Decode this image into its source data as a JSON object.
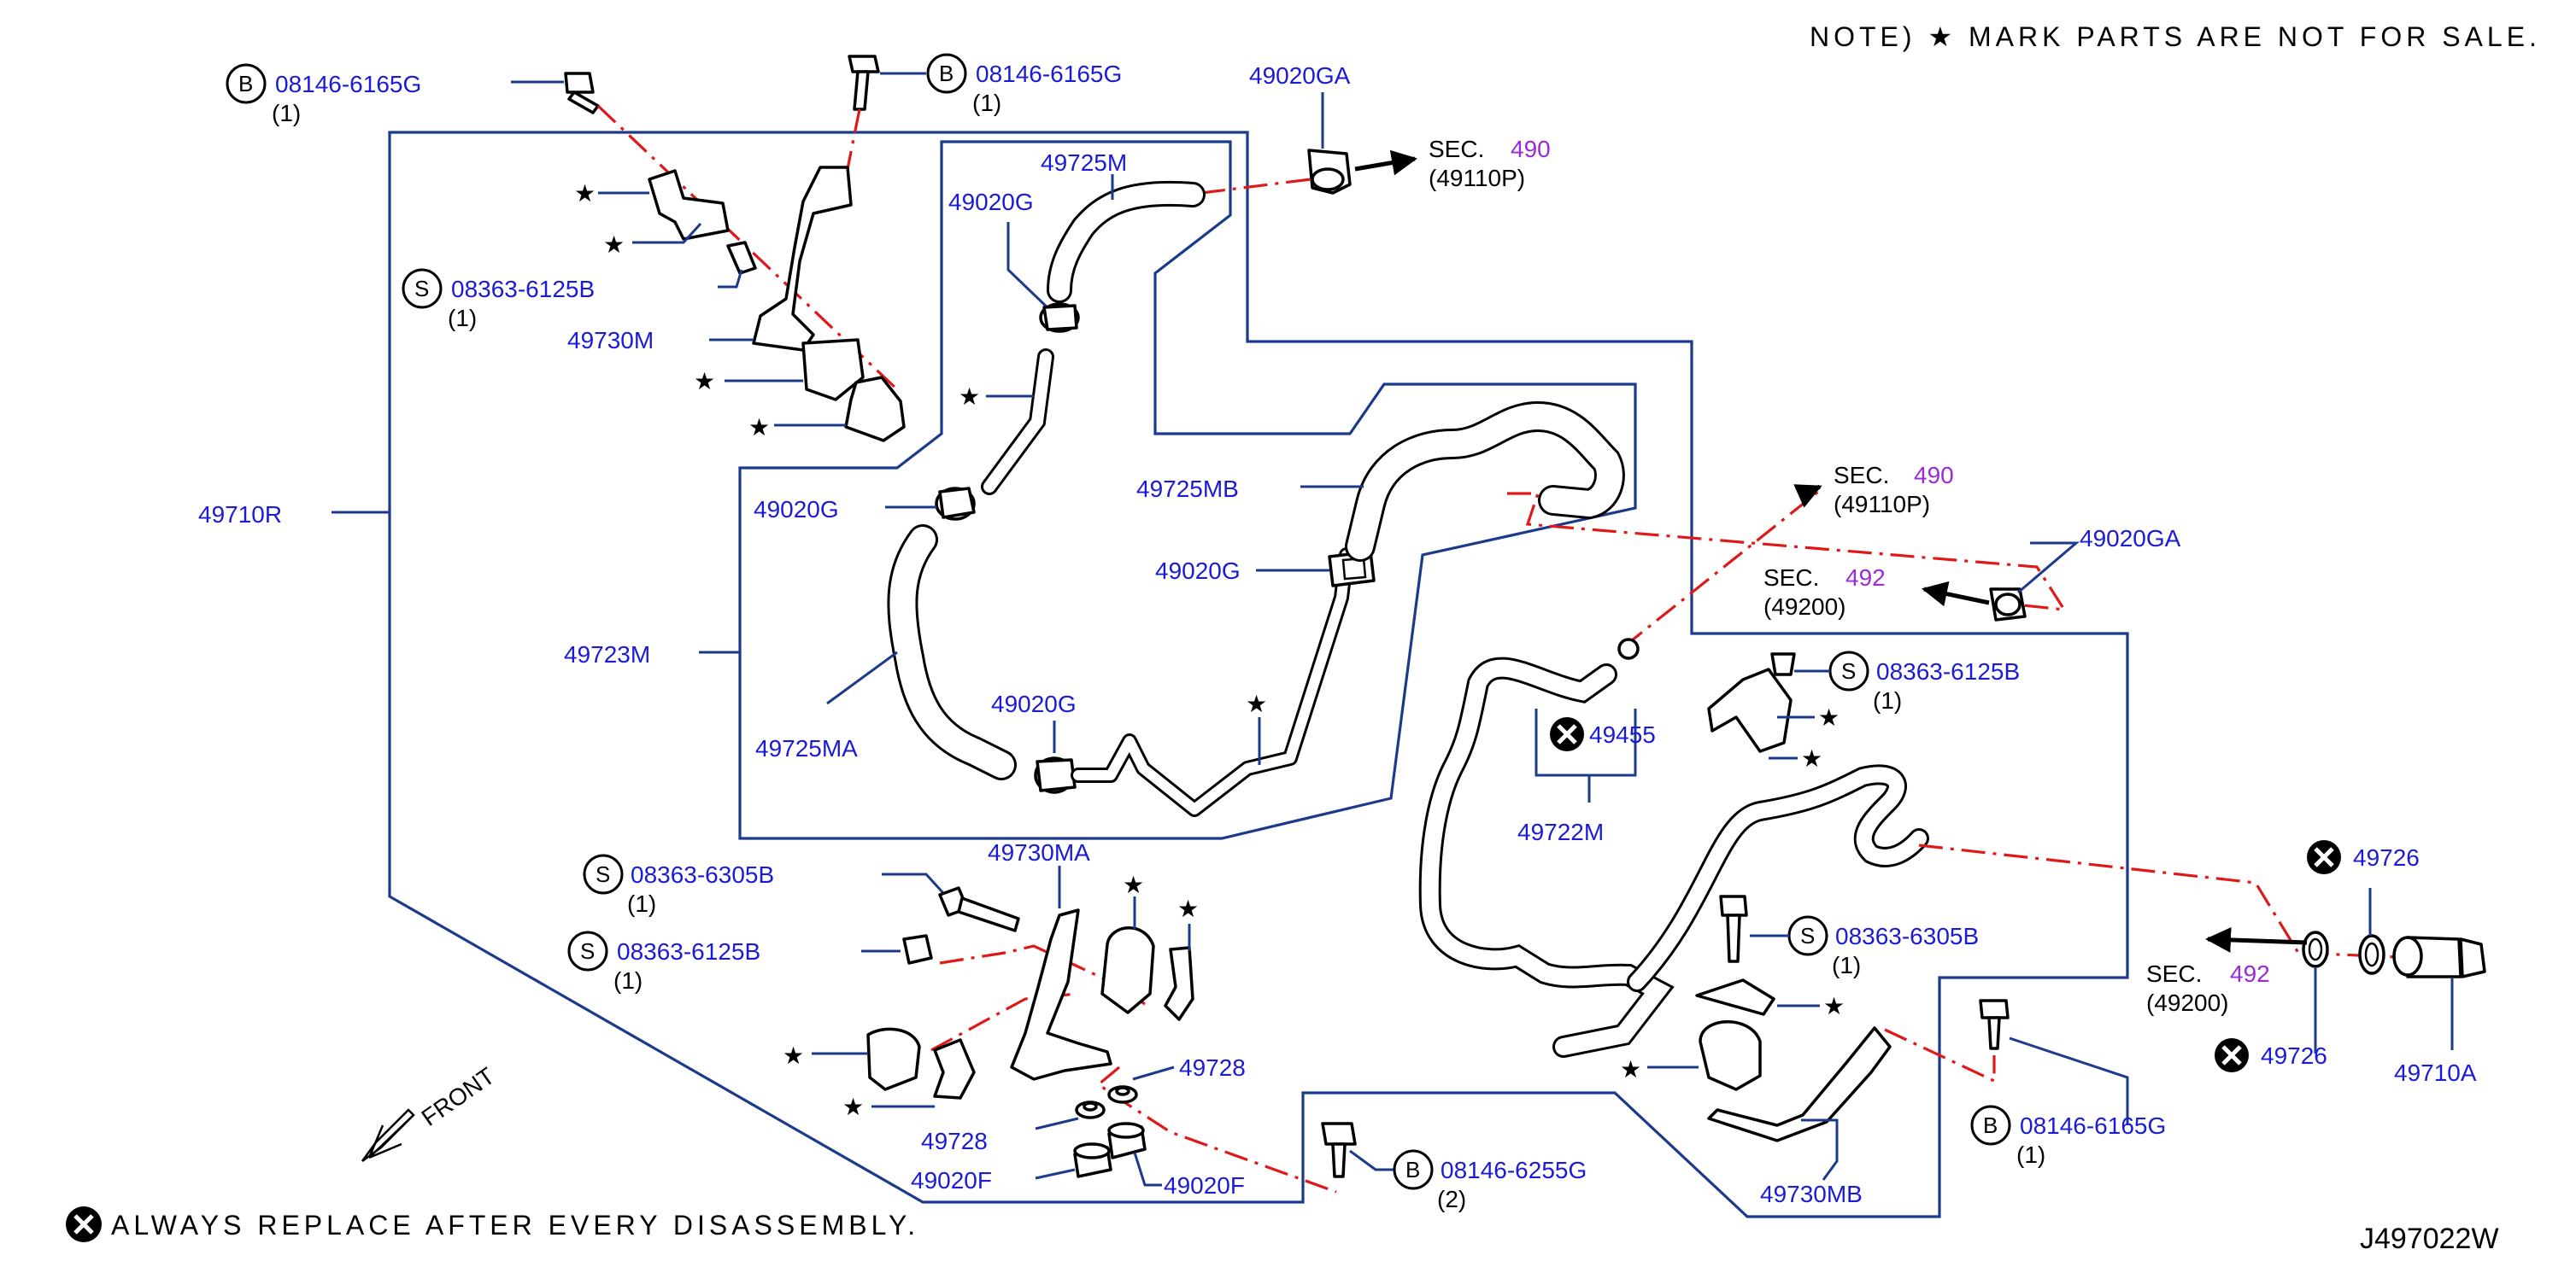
{
  "note": "NOTE) ★ MARK PARTS ARE NOT FOR SALE.",
  "replace_note": "ALWAYS REPLACE AFTER EVERY DISASSEMBLY.",
  "diagram_id": "J497022W",
  "front_label": "FRONT",
  "star": "★",
  "colors": {
    "part_label": "#1b1bd6",
    "leader": "#1c3a8c",
    "dash": "#e01818",
    "section": "#9a2bd6"
  },
  "callouts": {
    "b_top_left": {
      "letter": "B",
      "code": "08146-6165G",
      "qty": "(1)"
    },
    "b_top_mid": {
      "letter": "B",
      "code": "08146-6165G",
      "qty": "(1)"
    },
    "s_upper": {
      "letter": "S",
      "code": "08363-6125B",
      "qty": "(1)"
    },
    "s_lower_a": {
      "letter": "S",
      "code": "08363-6305B",
      "qty": "(1)"
    },
    "s_lower_b": {
      "letter": "S",
      "code": "08363-6125B",
      "qty": "(1)"
    },
    "b_bottom": {
      "letter": "B",
      "code": "08146-6255G",
      "qty": "(2)"
    },
    "s_right_upper": {
      "letter": "S",
      "code": "08363-6125B",
      "qty": "(1)"
    },
    "s_right_lower": {
      "letter": "S",
      "code": "08363-6305B",
      "qty": "(1)"
    },
    "b_right": {
      "letter": "B",
      "code": "08146-6165G",
      "qty": "(1)"
    }
  },
  "parts": {
    "p49020GA_top": "49020GA",
    "p49725M": "49725M",
    "p49020G_a": "49020G",
    "p49730M": "49730M",
    "p49710R": "49710R",
    "p49020G_b": "49020G",
    "p49725MB": "49725MB",
    "p49020G_c": "49020G",
    "p49723M": "49723M",
    "p49725MA": "49725MA",
    "p49020G_d": "49020G",
    "p49730MA": "49730MA",
    "p49728_a": "49728",
    "p49728_b": "49728",
    "p49020F_a": "49020F",
    "p49020F_b": "49020F",
    "p49455": "49455",
    "p49722M": "49722M",
    "p49020GA_right": "49020GA",
    "p49726_a": "49726",
    "p49726_b": "49726",
    "p49710A": "49710A",
    "p49730MB": "49730MB"
  },
  "sections": {
    "sec_top": {
      "prefix": "SEC.",
      "num": "490",
      "ref": "(49110P)"
    },
    "sec_mid": {
      "prefix": "SEC.",
      "num": "490",
      "ref": "(49110P)"
    },
    "sec_492a": {
      "prefix": "SEC.",
      "num": "492",
      "ref": "(49200)"
    },
    "sec_492b": {
      "prefix": "SEC.",
      "num": "492",
      "ref": "(49200)"
    }
  }
}
